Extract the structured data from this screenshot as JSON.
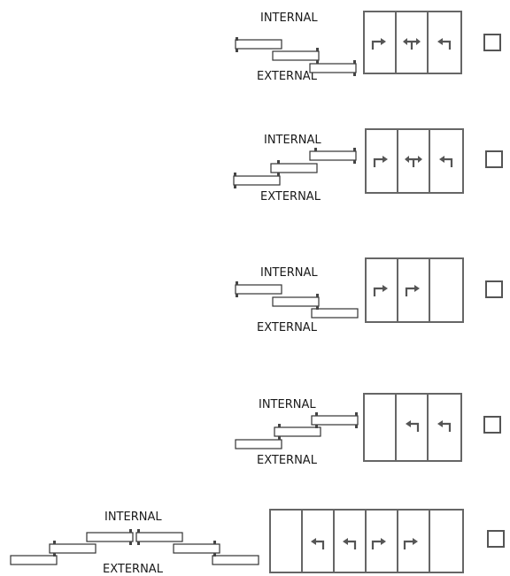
{
  "labels": {
    "internal": "INTERNAL",
    "external": "EXTERNAL"
  },
  "icons": {
    "right": "right-turn-arrow-icon",
    "left": "left-turn-arrow-icon",
    "both": "two-way-arrow-icon"
  },
  "configs": [
    {
      "id": "config-1",
      "panels": [
        "right",
        "both",
        "left"
      ],
      "checked": false
    },
    {
      "id": "config-2",
      "panels": [
        "right",
        "both",
        "left"
      ],
      "checked": false
    },
    {
      "id": "config-3",
      "panels": [
        "right",
        "right",
        "none"
      ],
      "checked": false
    },
    {
      "id": "config-4",
      "panels": [
        "none",
        "left",
        "left"
      ],
      "checked": false
    },
    {
      "id": "config-5",
      "panels": [
        "none",
        "left",
        "left",
        "right",
        "right",
        "none"
      ],
      "checked": false
    }
  ],
  "colors": {
    "frame": "#666666",
    "arrow": "#555555",
    "line": "#333333"
  }
}
